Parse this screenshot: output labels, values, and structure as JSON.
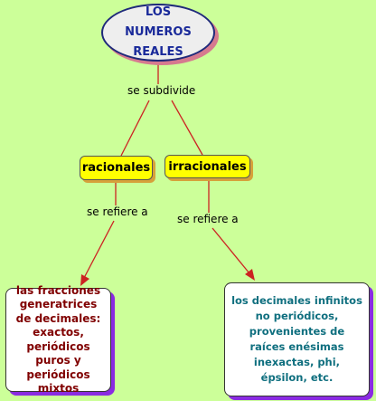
{
  "diagram": {
    "root": {
      "label": "LOS NUMEROS REALES"
    },
    "link_subdivide": "se subdivide",
    "rational": {
      "label": "racionales"
    },
    "irrational": {
      "label": "irracionales"
    },
    "link_rational": "se refiere a",
    "link_irrational": "se refiere a",
    "rational_desc": "las fracciones generatrices de decimales: exactos, periódicos puros y periódicos mixtos",
    "irrational_desc": "los decimales infinitos no periódicos, provenientes de raíces enésimas inexactas, phi, épsilon, etc."
  },
  "colors": {
    "background": "#ccff99",
    "connector": "#cc2222",
    "concept_fill": "#ffff00",
    "root_text": "#1a2a9a",
    "rational_text": "#800000",
    "irrational_text": "#0f6f7f",
    "leaf_shadow": "#8a2be2"
  }
}
